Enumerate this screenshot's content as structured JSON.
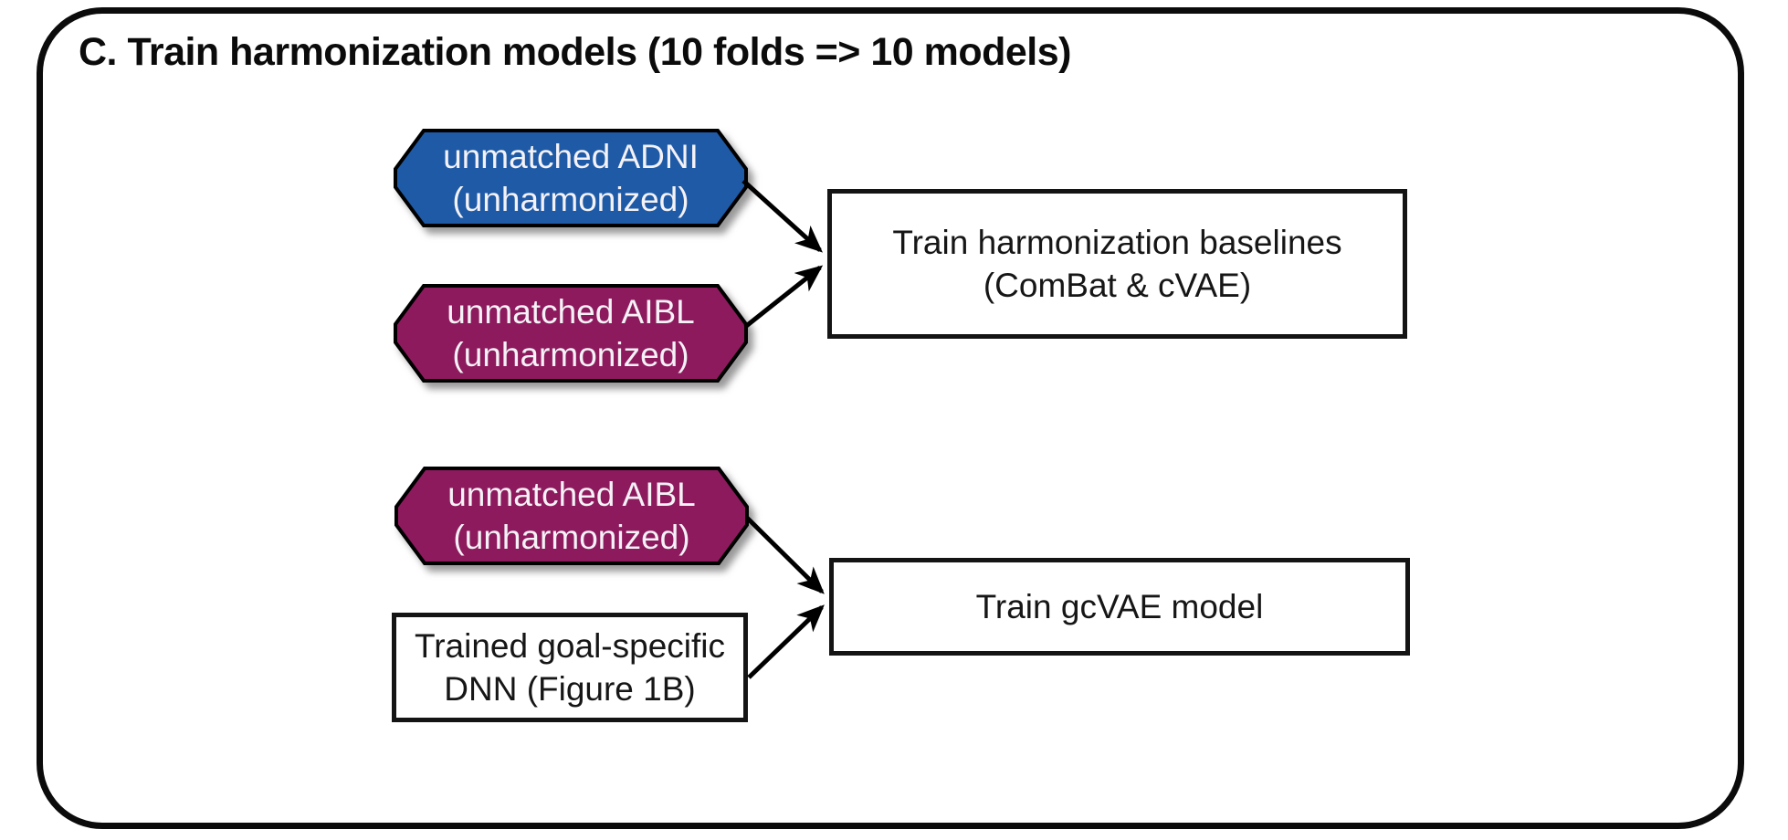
{
  "panel": {
    "title": "C. Train harmonization models (10 folds => 10 models)"
  },
  "colors": {
    "adni_blue": "#1e5aa6",
    "aibl_purple": "#8e1a5e",
    "outline_black": "#000000"
  },
  "nodes": {
    "adni_unmatched": {
      "line1": "unmatched ADNI",
      "line2": "(unharmonized)"
    },
    "aibl_unmatched_top": {
      "line1": "unmatched AIBL",
      "line2": "(unharmonized)"
    },
    "aibl_unmatched_bottom": {
      "line1": "unmatched AIBL",
      "line2": "(unharmonized)"
    },
    "trained_dnn": {
      "line1": "Trained goal-specific",
      "line2": "DNN (Figure 1B)"
    },
    "train_baselines": {
      "line1": "Train harmonization baselines",
      "line2": "(ComBat & cVAE)"
    },
    "train_gcvae": {
      "line1": "Train gcVAE model"
    }
  }
}
